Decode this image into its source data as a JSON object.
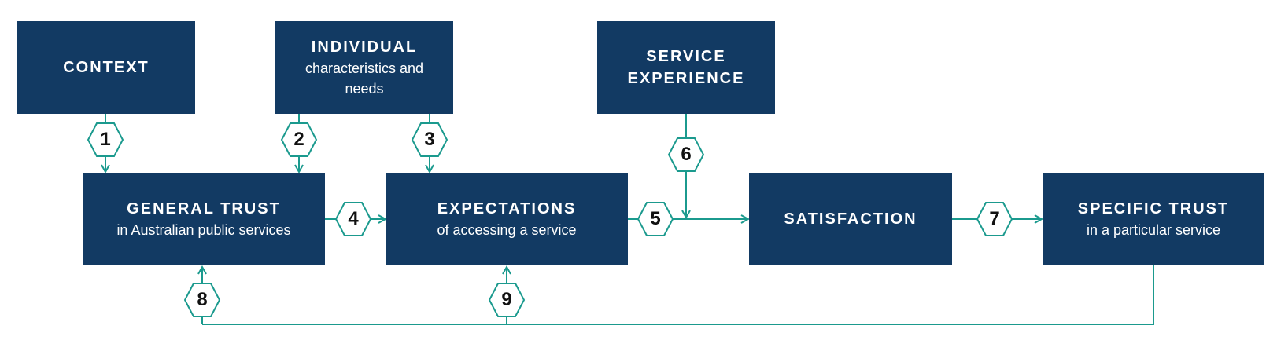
{
  "colors": {
    "box": "#123a63",
    "connector": "#1b9a8e",
    "text": "#ffffff"
  },
  "boxes": {
    "context": {
      "title": "CONTEXT",
      "subtitle": ""
    },
    "individual": {
      "title": "INDIVIDUAL",
      "subtitle": "characteristics and needs"
    },
    "service_experience": {
      "title": "SERVICE EXPERIENCE",
      "subtitle": ""
    },
    "general_trust": {
      "title": "GENERAL TRUST",
      "subtitle": "in Australian public services"
    },
    "expectations": {
      "title": "EXPECTATIONS",
      "subtitle": "of accessing a service"
    },
    "satisfaction": {
      "title": "SATISFACTION",
      "subtitle": ""
    },
    "specific_trust": {
      "title": "SPECIFIC TRUST",
      "subtitle": "in a particular service"
    }
  },
  "links": [
    {
      "number": "1",
      "from": "CONTEXT",
      "to": "GENERAL TRUST"
    },
    {
      "number": "2",
      "from": "INDIVIDUAL",
      "to": "GENERAL TRUST"
    },
    {
      "number": "3",
      "from": "INDIVIDUAL",
      "to": "EXPECTATIONS"
    },
    {
      "number": "4",
      "from": "GENERAL TRUST",
      "to": "EXPECTATIONS"
    },
    {
      "number": "5",
      "from": "EXPECTATIONS",
      "to": "SATISFACTION"
    },
    {
      "number": "6",
      "from": "SERVICE EXPERIENCE",
      "to": "SATISFACTION"
    },
    {
      "number": "7",
      "from": "SATISFACTION",
      "to": "SPECIFIC TRUST"
    },
    {
      "number": "8",
      "from": "SPECIFIC TRUST",
      "to": "GENERAL TRUST"
    },
    {
      "number": "9",
      "from": "SPECIFIC TRUST",
      "to": "EXPECTATIONS"
    }
  ]
}
